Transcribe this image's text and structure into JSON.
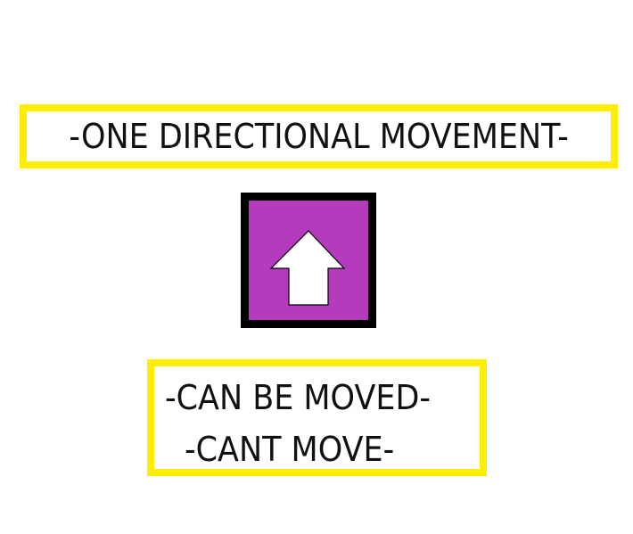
{
  "title": {
    "text": "-ONE DIRECTIONAL MOVEMENT-"
  },
  "tile": {
    "icon": "arrow-up-icon",
    "fill_color": "#b43cbc",
    "border_color": "#000000",
    "arrow_color": "#ffffff"
  },
  "info": {
    "lines": [
      "-CAN BE MOVED-",
      "-CANT MOVE-"
    ]
  },
  "colors": {
    "frame": "#ffee00",
    "background": "#ffffff",
    "text": "#111111"
  }
}
